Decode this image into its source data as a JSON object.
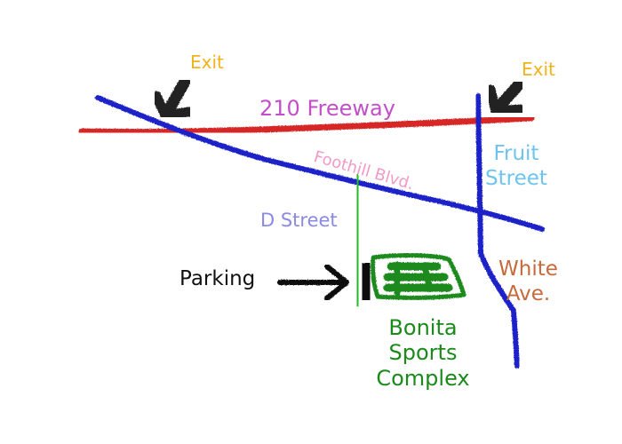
{
  "roads": {
    "freeway_210": {
      "label": "210 Freeway",
      "color": "#d62828"
    },
    "foothill_blvd": {
      "label": "Foothill Blvd.",
      "color": "#1e22c8"
    },
    "d_street": {
      "label": "D Street",
      "color": "#22bb22"
    },
    "fruit_street": {
      "label_line1": "Fruit",
      "label_line2": "Street",
      "color": "#1e22c8"
    },
    "white_ave": {
      "label_line1": "White",
      "label_line2": "Ave.",
      "color": "#1e22c8"
    }
  },
  "exits": [
    {
      "label": "Exit"
    },
    {
      "label": "Exit"
    }
  ],
  "parking": {
    "label": "Parking"
  },
  "complex": {
    "line1": "Bonita",
    "line2": "Sports",
    "line3": "Complex",
    "color": "#1a8a1a"
  },
  "colors": {
    "exit_label": "#f2b21a",
    "freeway_label": "#c24fc9",
    "foothill_label": "#f29ac6",
    "d_street_label": "#8a8ae6",
    "fruit_label": "#6ec3ef",
    "white_label": "#c56a3a",
    "arrow": "#222222"
  }
}
